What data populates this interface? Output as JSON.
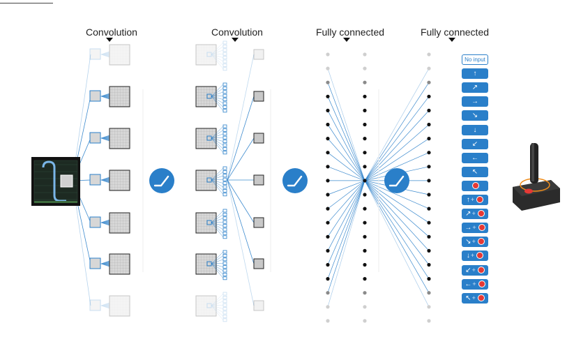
{
  "layers": {
    "conv1_label": "Convolution",
    "conv2_label": "Convolution",
    "fc1_label": "Fully connected",
    "fc2_label": "Fully connected"
  },
  "outputs": {
    "no_input_label": "No input",
    "items": [
      {
        "dir": "up",
        "fire": false
      },
      {
        "dir": "up-right",
        "fire": false
      },
      {
        "dir": "right",
        "fire": false
      },
      {
        "dir": "down-right",
        "fire": false
      },
      {
        "dir": "down",
        "fire": false
      },
      {
        "dir": "down-left",
        "fire": false
      },
      {
        "dir": "left",
        "fire": false
      },
      {
        "dir": "up-left",
        "fire": false
      },
      {
        "dir": "none",
        "fire": true
      },
      {
        "dir": "up",
        "fire": true
      },
      {
        "dir": "up-right",
        "fire": true
      },
      {
        "dir": "right",
        "fire": true
      },
      {
        "dir": "down-right",
        "fire": true
      },
      {
        "dir": "down",
        "fire": true
      },
      {
        "dir": "down-left",
        "fire": true
      },
      {
        "dir": "left",
        "fire": true
      },
      {
        "dir": "up-left",
        "fire": true
      }
    ],
    "plus_sign": "+"
  },
  "colors": {
    "line": "#2a7fc9",
    "activation": "#2a7fc9",
    "fire": "#e53935",
    "map": "#cccccc"
  },
  "icons": {
    "activation": "relu-activation-icon",
    "controller": "joystick-icon",
    "input": "game-screen-image"
  }
}
